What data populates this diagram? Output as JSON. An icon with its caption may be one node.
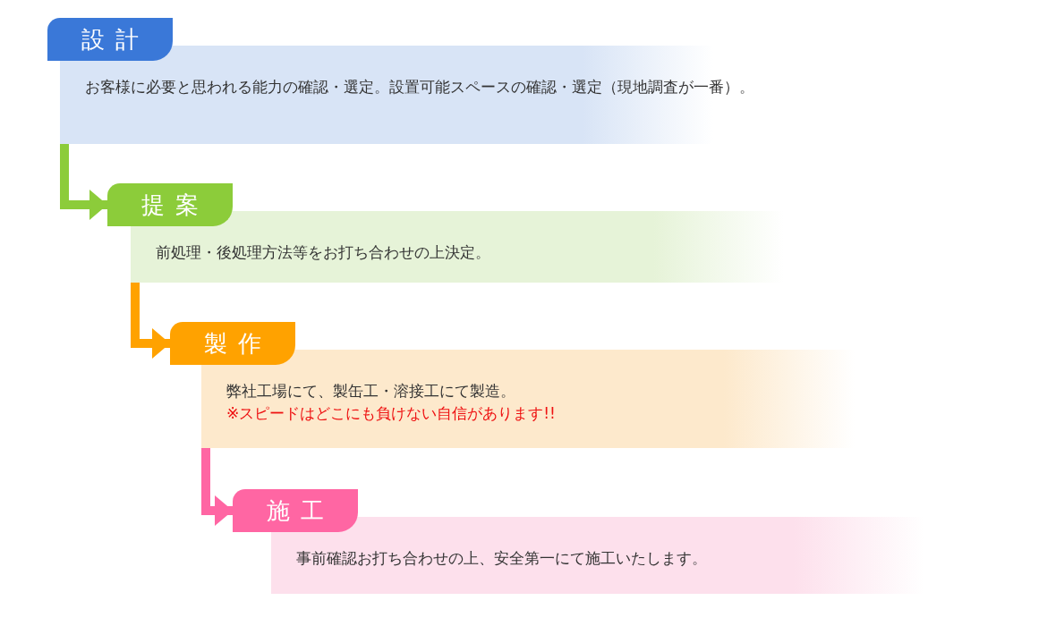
{
  "diagram": {
    "nodes": [
      {
        "text": [
          "設計",
          "お客様に必要と思われる能力の確認・選定。設置可能スペースの確認・選定（現地調査が一番）。"
        ]
      },
      {
        "text": [
          "提案",
          "前処理・後処理方法等をお打ち合わせの上決定。"
        ]
      },
      {
        "text": [
          "製作",
          "弊社工場にて、製缶工・溶接工にて製造。",
          "※スピードはどこにも負けない自信があります!!"
        ]
      },
      {
        "text": [
          "施工",
          "事前確認お打ち合わせの上、安全第一にて施工いたします。"
        ]
      }
    ],
    "edges": [
      {
        "from": 0,
        "to": 1,
        "arrow": "to",
        "color": "#8ccc3a"
      },
      {
        "from": 1,
        "to": 2,
        "arrow": "to",
        "color": "#ffa200"
      },
      {
        "from": 2,
        "to": 3,
        "arrow": "to",
        "color": "#ff66a3"
      }
    ]
  }
}
